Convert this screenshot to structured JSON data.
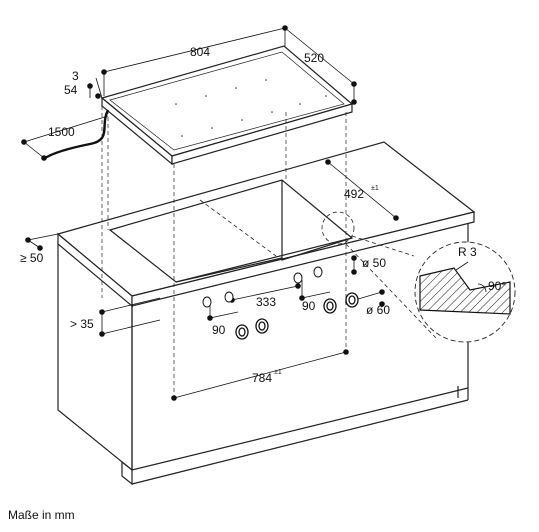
{
  "drawing": {
    "hob_width": "804",
    "hob_depth": "520",
    "hob_height_top": "3",
    "hob_height_total": "54",
    "cable_length": "1500",
    "cutout_depth": "492",
    "cutout_depth_tol": "±1",
    "cutout_width": "784",
    "cutout_width_tol": "±1",
    "front_distance": "≥ 50",
    "side_distance": "> 35",
    "knob_distance_left": "90",
    "knob_spacing": "333",
    "knob_distance_right": "90",
    "knob_hole_small": "ø 50",
    "knob_hole_large": "ø 60",
    "detail_radius": "R 3",
    "detail_angle": "90°"
  },
  "caption": "Maße in mm"
}
